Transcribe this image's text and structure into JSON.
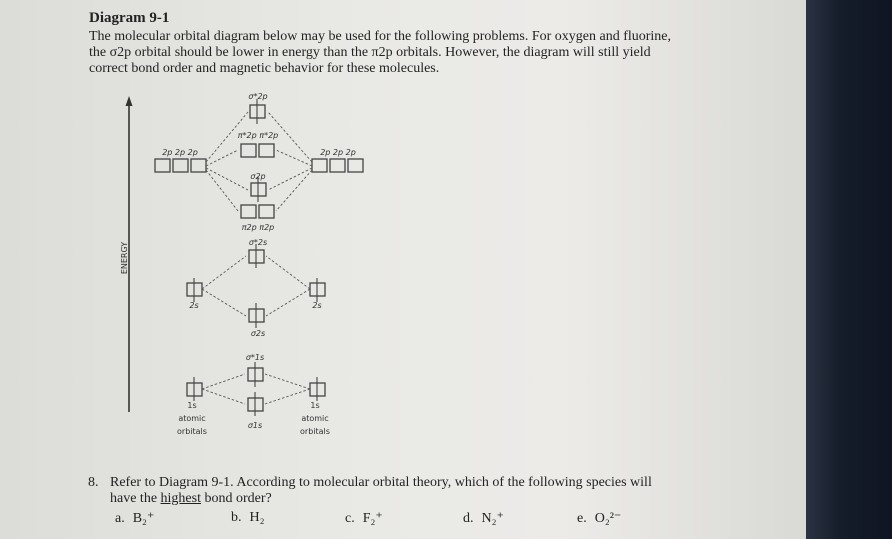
{
  "heading": "Diagram 9-1",
  "intro": {
    "line1": "The molecular orbital diagram below may be used for the following problems. For oxygen and fluorine,",
    "line2": "the σ2p orbital should be lower in energy than the π2p orbitals. However, the diagram will still yield",
    "line3": "correct bond order and magnetic behavior for these molecules."
  },
  "diagram": {
    "energy_label": "ENERGY",
    "sigma_star_2p": "σ*2p",
    "pi_star_2p": "π*2p π*2p",
    "left_2p": "2p  2p  2p",
    "right_2p": "2p  2p  2p",
    "sigma_2p": "σ2p",
    "pi_2p": "π2p  π2p",
    "sigma_star_2s": "σ*2s",
    "left_2s": "2s",
    "right_2s": "2s",
    "sigma_2s": "σ2s",
    "sigma_star_1s": "σ*1s",
    "sigma_1s": "σ1s",
    "left_1s": "1s",
    "right_1s": "1s",
    "atomic": "atomic",
    "orbitals": "orbitals"
  },
  "question": {
    "number": "8.",
    "line1": "Refer to Diagram 9-1. According to molecular orbital theory, which of the following species will",
    "line2_prefix": "have the ",
    "line2_highlight": "highest",
    "line2_suffix": " bond order?",
    "choices": [
      {
        "letter": "a.",
        "text": "B₂⁺"
      },
      {
        "letter": "b.",
        "text": "H₂"
      },
      {
        "letter": "c.",
        "text": "F₂⁺"
      },
      {
        "letter": "d.",
        "text": "N₂⁺"
      },
      {
        "letter": "e.",
        "text": "O₂²⁻"
      }
    ]
  }
}
